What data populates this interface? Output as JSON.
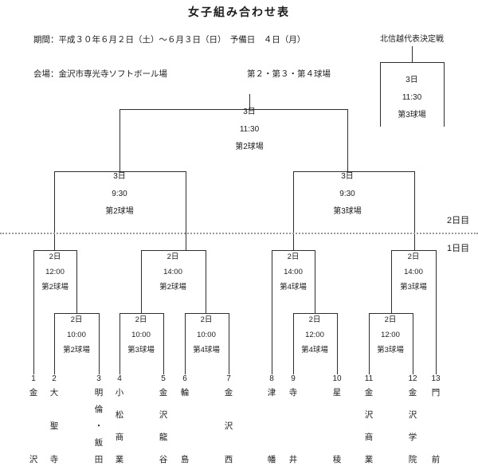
{
  "title": "女子組み合わせ表",
  "header": {
    "period": "期間：平成３０年６月２日（土）～６月３日（日）　予備日　４日（月）",
    "venue": "会場：金沢市専光寺ソフトボール場",
    "fields": "第２・第３・第４球場"
  },
  "playoff": {
    "title": "北信越代表決定戦",
    "match": {
      "day": "3日",
      "time": "11:30",
      "field": "第3球場"
    }
  },
  "day_labels": {
    "day2": "2日目",
    "day1": "1日目"
  },
  "matches": {
    "final": {
      "day": "3日",
      "time": "11:30",
      "field": "第2球場"
    },
    "semi_left": {
      "day": "3日",
      "time": "9:30",
      "field": "第2球場"
    },
    "semi_right": {
      "day": "3日",
      "time": "9:30",
      "field": "第3球場"
    },
    "qf_a": {
      "day": "2日",
      "time": "12:00",
      "field": "第2球場"
    },
    "qf_b": {
      "day": "2日",
      "time": "14:00",
      "field": "第2球場"
    },
    "qf_c": {
      "day": "2日",
      "time": "14:00",
      "field": "第4球場"
    },
    "qf_d": {
      "day": "2日",
      "time": "14:00",
      "field": "第3球場"
    },
    "r1_1": {
      "day": "2日",
      "time": "10:00",
      "field": "第2球場"
    },
    "r1_2": {
      "day": "2日",
      "time": "10:00",
      "field": "第3球場"
    },
    "r1_3": {
      "day": "2日",
      "time": "10:00",
      "field": "第4球場"
    },
    "r1_4": {
      "day": "2日",
      "time": "12:00",
      "field": "第4球場"
    },
    "r1_5": {
      "day": "2日",
      "time": "12:00",
      "field": "第3球場"
    }
  },
  "teams": [
    {
      "no": "1",
      "name": "金沢"
    },
    {
      "no": "2",
      "name": "大聖寺"
    },
    {
      "no": "3",
      "name": "明倫・飯田"
    },
    {
      "no": "4",
      "name": "小松商業"
    },
    {
      "no": "5",
      "name": "金沢龍谷"
    },
    {
      "no": "6",
      "name": "輪島"
    },
    {
      "no": "7",
      "name": "金沢西"
    },
    {
      "no": "8",
      "name": "津幡"
    },
    {
      "no": "9",
      "name": "寺井"
    },
    {
      "no": "10",
      "name": "星稜"
    },
    {
      "no": "11",
      "name": "金沢商業"
    },
    {
      "no": "12",
      "name": "金沢学院"
    },
    {
      "no": "13",
      "name": "門前"
    }
  ],
  "colors": {
    "line": "#2e2e2e",
    "divider": "#9a9a9a",
    "text": "#1c1c1c"
  }
}
